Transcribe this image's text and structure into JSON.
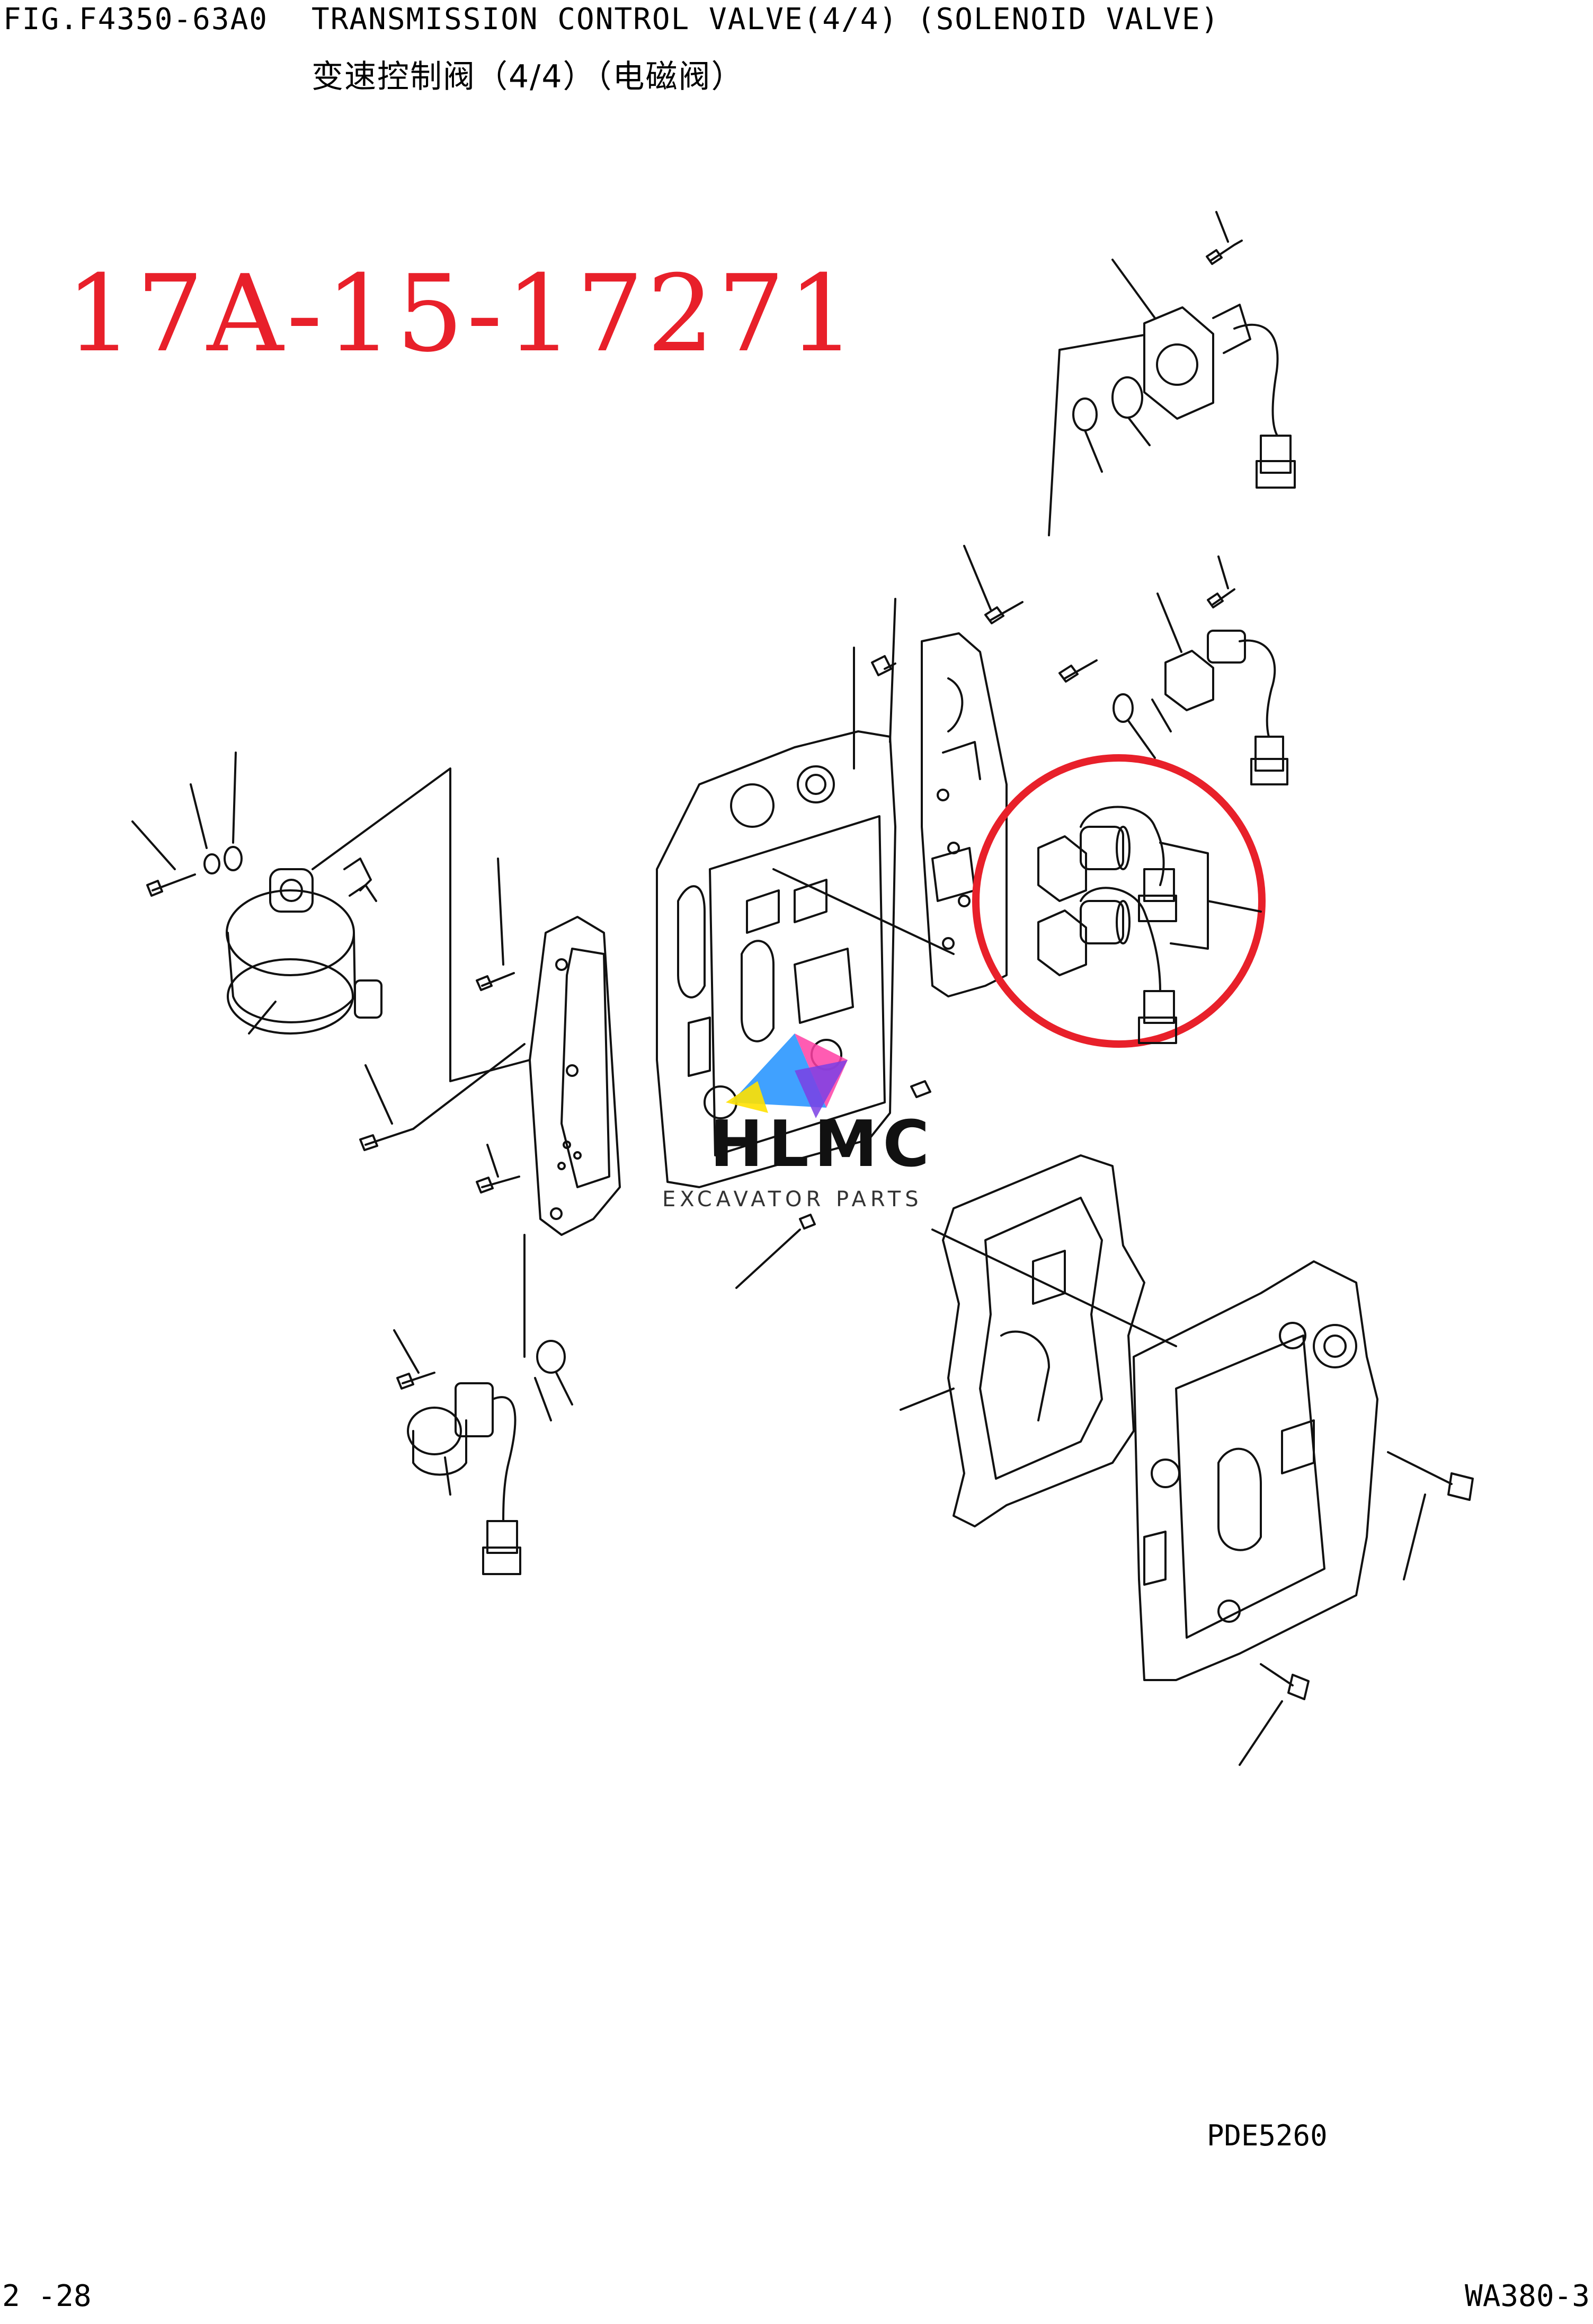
{
  "header": {
    "fig_code": "FIG.F4350-63A0",
    "title_en": "TRANSMISSION CONTROL VALVE(4/4) (SOLENOID VALVE)",
    "title_cn": "变速控制阀（4/4）（电磁阀）"
  },
  "part_number": "17A-15-17271",
  "watermark": {
    "brand": "HLMC",
    "subtitle": "EXCAVATOR PARTS",
    "colors": [
      "#1e90ff",
      "#ff3fa4",
      "#ffe100",
      "#7b3fe4"
    ]
  },
  "drawing_code": "PDE5260",
  "footer": {
    "page": "2 -28",
    "model": "WA380-3"
  },
  "highlight": {
    "color": "#e8202a",
    "shape": "ellipse",
    "target": "solenoid valve pair"
  }
}
